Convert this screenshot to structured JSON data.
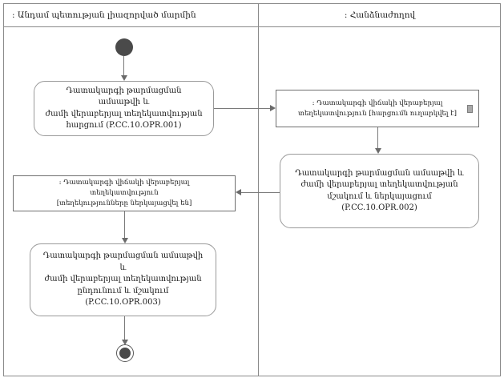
{
  "diagram": {
    "type": "uml-activity-diagram",
    "swimlanes": [
      {
        "id": "member-state",
        "title": ": Անդամ պետության լիազորված մարմին"
      },
      {
        "id": "commission",
        "title": ": Հանձնաժողով"
      }
    ],
    "nodes": {
      "start": {
        "kind": "initial-node",
        "lane": "member-state"
      },
      "activity1": {
        "kind": "activity",
        "lane": "member-state",
        "text": "Դատակարգի թարմացման ամսաթվի և\nժամի վերաբերյալ տեղեկատվության\nհարցում (P.CC.10.OPR.001)",
        "code": "P.CC.10.OPR.001"
      },
      "object1": {
        "kind": "object-node",
        "lane": "commission",
        "text": ": Դատակարգի վիճակի վերաբերյալ\nտեղեկատվություն [հարցումն ուղարկվել է]",
        "state": "հարցումն ուղարկվել է",
        "glyph": "document-icon"
      },
      "activity2": {
        "kind": "activity",
        "lane": "commission",
        "text": "Դատակարգի թարմացման ամսաթվի և\nժամի վերաբերյալ տեղեկատվության\nմշակում և ներկայացում (P.CC.10.OPR.002)",
        "code": "P.CC.10.OPR.002"
      },
      "object2": {
        "kind": "object-node",
        "lane": "member-state",
        "text": ": Դատակարգի վիճակի վերաբերյալ տեղեկատվություն\n[տեղեկությունները ներկայացվել են]",
        "state": "տեղեկությունները ներկայացվել են"
      },
      "activity3": {
        "kind": "activity",
        "lane": "member-state",
        "text": "Դատակարգի թարմացման ամսաթվի և\nժամի վերաբերյալ տեղեկատվության\nընդունում և մշակում (P.CC.10.OPR.003)",
        "code": "P.CC.10.OPR.003"
      },
      "end": {
        "kind": "final-node",
        "lane": "member-state"
      }
    },
    "edges": [
      {
        "from": "start",
        "to": "activity1",
        "direction": "down"
      },
      {
        "from": "activity1",
        "to": "object1",
        "direction": "right"
      },
      {
        "from": "object1",
        "to": "activity2",
        "direction": "down"
      },
      {
        "from": "activity2",
        "to": "object2",
        "direction": "left"
      },
      {
        "from": "object2",
        "to": "activity3",
        "direction": "down"
      },
      {
        "from": "activity3",
        "to": "end",
        "direction": "down"
      }
    ]
  },
  "colors": {
    "frame": "#8a8a8a",
    "node_border": "#9a9a9a",
    "object_border": "#6f6f6f",
    "edge": "#7a7a7a",
    "node_fill": "#4a4a4a",
    "text": "#1a1a1a"
  }
}
